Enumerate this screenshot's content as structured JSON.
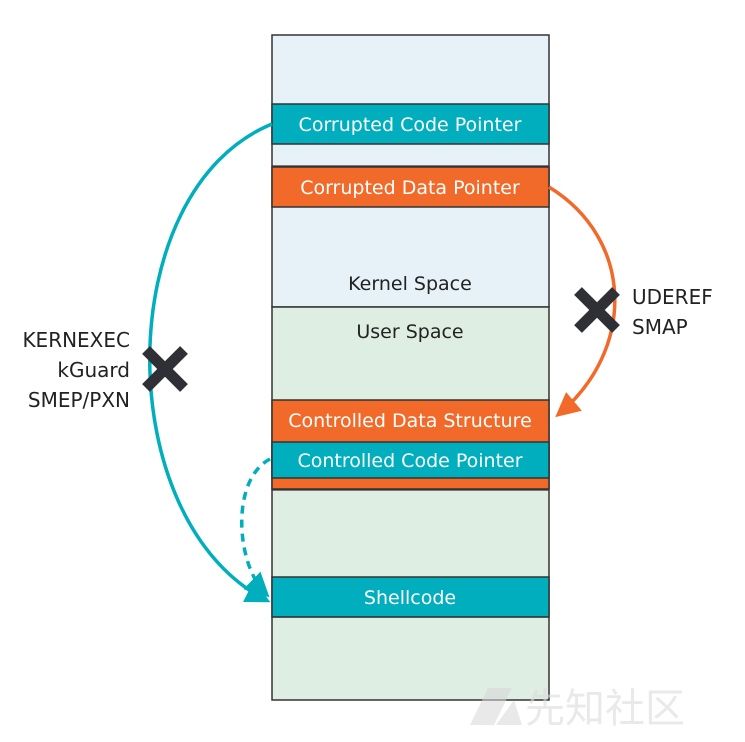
{
  "colors": {
    "kernel_bg": "#e6f2f7",
    "user_bg": "#deeee3",
    "teal": "#00aebd",
    "orange": "#f26a2a",
    "outline": "#333333",
    "cross": "#2f3035"
  },
  "blocks": {
    "corrupted_code_pointer": "Corrupted Code Pointer",
    "corrupted_data_pointer": "Corrupted Data Pointer",
    "controlled_data_structure": "Controlled Data Structure",
    "controlled_code_pointer": "Controlled Code Pointer",
    "shellcode": "Shellcode"
  },
  "regions": {
    "kernel_space": "Kernel Space",
    "user_space": "User Space"
  },
  "defenses": {
    "left": [
      "KERNEXEC",
      "kGuard",
      "SMEP/PXN"
    ],
    "right": [
      "UDEREF",
      "SMAP"
    ]
  },
  "icons": {
    "cross": "x-mark-icon",
    "watermark": "xianzhi-logo-icon"
  },
  "watermark": "先知社区"
}
